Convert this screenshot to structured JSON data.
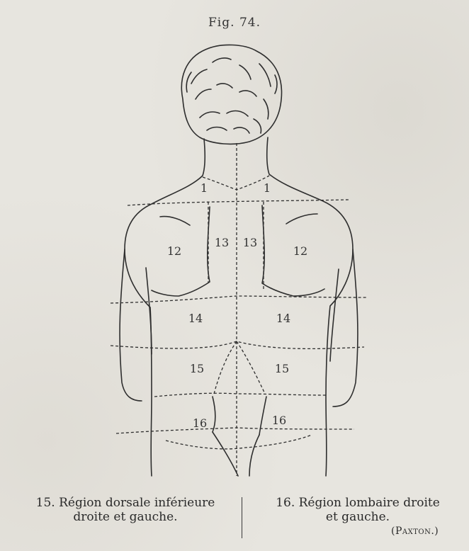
{
  "figure": {
    "title": "Fig. 74."
  },
  "regions": {
    "r1_left": "1",
    "r1_right": "1",
    "r12_left": "12",
    "r12_right": "12",
    "r13_left": "13",
    "r13_right": "13",
    "r14_left": "14",
    "r14_right": "14",
    "r15_left": "15",
    "r15_right": "15",
    "r16_left": "16",
    "r16_right": "16"
  },
  "captions": {
    "left_line1": "15. Région dorsale inférieure",
    "left_line2": "droite et gauche.",
    "right_line1": "16. Région lombaire droite",
    "right_line2": "et gauche.",
    "source": "(Paxton.)"
  }
}
